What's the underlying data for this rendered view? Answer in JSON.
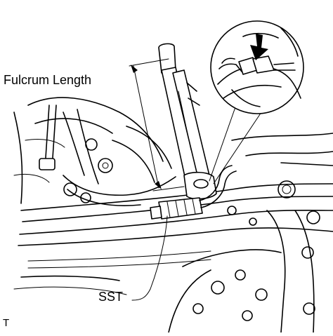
{
  "labels": {
    "fulcrum_length": "Fulcrum Length",
    "sst": "SST",
    "figure_code": "T"
  },
  "colors": {
    "line": "#000000",
    "background": "#ffffff"
  },
  "icons": {
    "pointer_arrow": "arrow-down-icon"
  }
}
